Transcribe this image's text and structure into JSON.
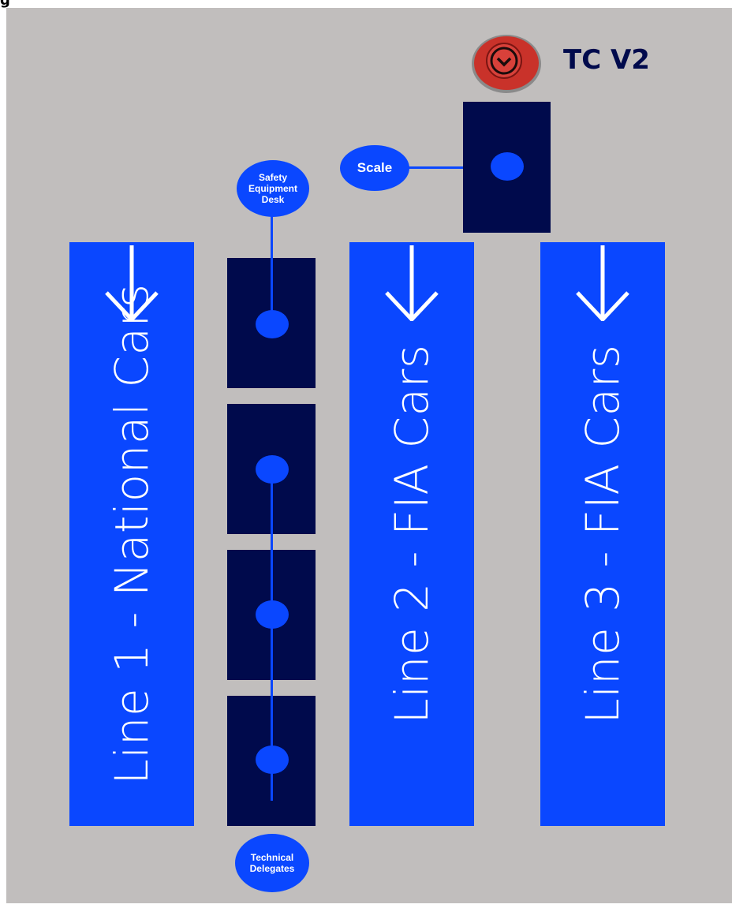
{
  "corner_label": "g",
  "colors": {
    "background": "#c1bebd",
    "lane": "#0a47ff",
    "booth": "#000a4c",
    "node": "#0a47ff",
    "button_red": "#c9322a"
  },
  "header": {
    "button_icon": "chevron-down-icon",
    "title": "TC V2"
  },
  "lanes": [
    {
      "label": "Line 1 - National Cars",
      "icon": "arrow-down-icon"
    },
    {
      "label": "Line 2 - FIA Cars",
      "icon": "arrow-down-icon"
    },
    {
      "label": "Line 3 - FIA Cars",
      "icon": "arrow-down-icon"
    }
  ],
  "stations": {
    "scale": "Scale",
    "safety_desk": "Safety\nEquipment\nDesk",
    "technical_delegates": "Technical\nDelegates"
  }
}
